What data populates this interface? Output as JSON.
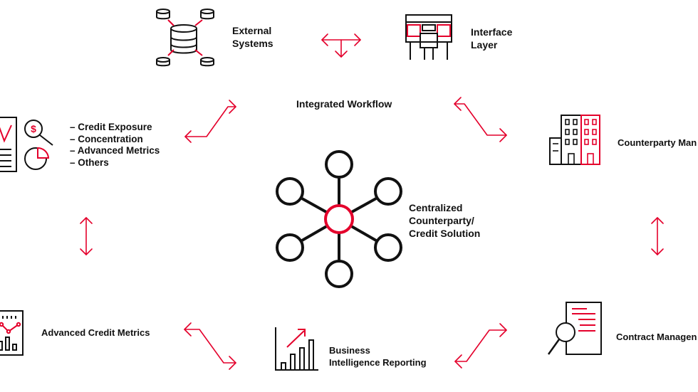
{
  "colors": {
    "accent": "#e4002b",
    "ink": "#111111"
  },
  "center": {
    "title_line1": "Centralized",
    "title_line2": "Counterparty/",
    "title_line3": "Credit Solution"
  },
  "workflow": {
    "label": "Integrated Workflow"
  },
  "nodes": {
    "external": {
      "line1": "External",
      "line2": "Systems"
    },
    "interface": {
      "line1": "Interface",
      "line2": "Layer"
    },
    "counterparty": {
      "label": "Counterparty Man"
    },
    "contract": {
      "label": "Contract Managen"
    },
    "bi": {
      "line1": "Business",
      "line2": "Intelligence Reporting"
    },
    "advanced": {
      "label": "Advanced Credit Metrics"
    },
    "risk": {
      "items": [
        "– Credit Exposure",
        "– Concentration",
        "– Advanced Metrics",
        "– Others"
      ]
    }
  },
  "icons": {
    "external": "database-network-icon",
    "interface": "interface-layer-icon",
    "counterparty": "office-buildings-icon",
    "contract": "contract-search-icon",
    "bi": "bar-chart-growth-icon",
    "advanced": "line-chart-dashboard-icon",
    "risk": "risk-report-icon",
    "center": "hub-network-icon"
  }
}
